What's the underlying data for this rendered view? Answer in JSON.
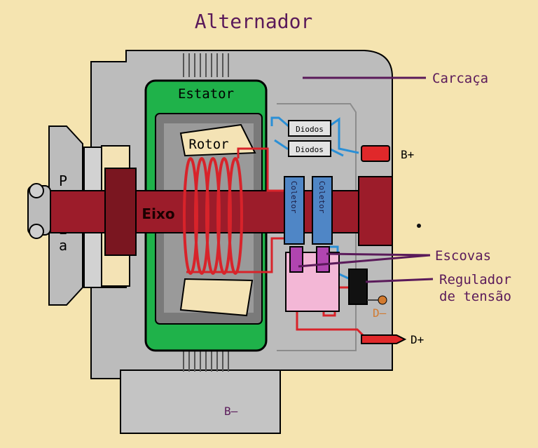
{
  "title": "Alternador",
  "colors": {
    "background": "#f5e4b0",
    "housing": "#bcbcbc",
    "housing_dark": "#8c8c8c",
    "stator": "#1fb24a",
    "rotor_core": "#7a7a7a",
    "pole": "#f4e3b5",
    "shaft": "#9c1c2a",
    "coil": "#d8232a",
    "wire_blue": "#2a8fd6",
    "collector": "#4f86c6",
    "brush": "#b045b0",
    "brush_holder": "#f3b7d6",
    "label_text": "#5a1a5a",
    "leader": "#5a1a5a"
  },
  "components": {
    "polia": "Polia",
    "eixo": "Eixo",
    "estator": "Estator",
    "rotor": "Rotor",
    "diodo_1": "Diodos",
    "diodo_2": "Diodos",
    "coletor_1": "Coletor",
    "coletor_2": "Coletor"
  },
  "terminals": {
    "b_plus": "B+",
    "b_minus": "B–",
    "d_minus": "D–",
    "d_plus": "D+"
  },
  "callouts": {
    "carcaca": "Carcaça",
    "escovas": "Escovas",
    "regulador_line1": "Regulador",
    "regulador_line2": "de tensão"
  }
}
